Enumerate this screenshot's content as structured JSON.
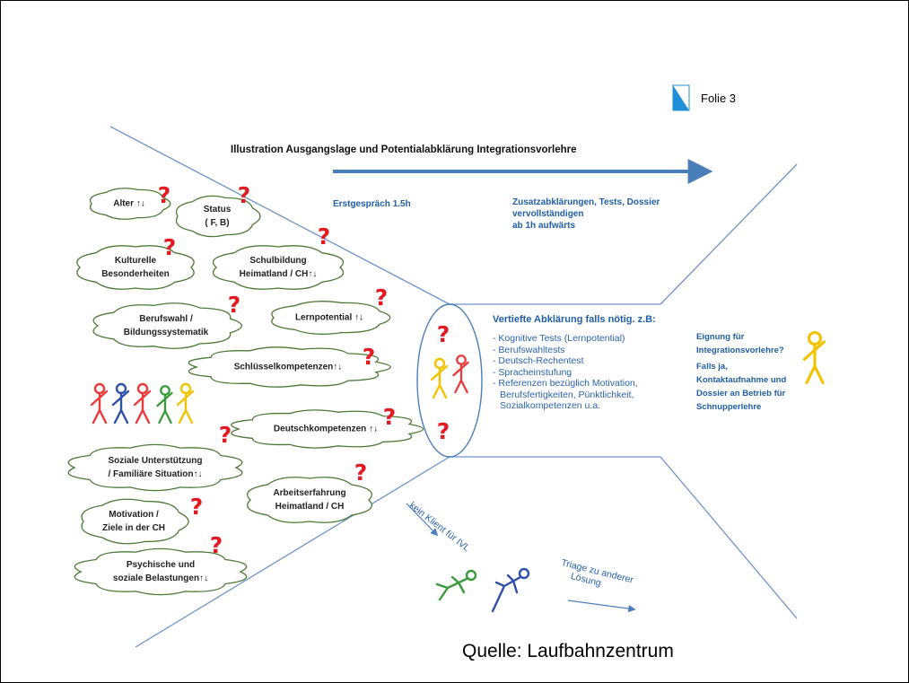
{
  "slide_label": "Folie 3",
  "title": "Illustration Ausgangslage und Potentialabklärung Integrationsvorlehre",
  "stage1": "Erstgespräch  1.5h",
  "stage2": [
    "Zusatzabklärungen, Tests, Dossier",
    "vervollständigen",
    "ab 1h aufwärts"
  ],
  "factors": [
    {
      "text": [
        "Alter ↑↓"
      ]
    },
    {
      "text": [
        "Status",
        "( F, B)"
      ]
    },
    {
      "text": [
        "Kulturelle",
        "Besonderheiten"
      ]
    },
    {
      "text": [
        "Schulbildung",
        "Heimatland / CH↑↓"
      ]
    },
    {
      "text": [
        "Berufswahl /",
        "Bildungssystematik"
      ]
    },
    {
      "text": [
        "Lernpotential ↑↓"
      ]
    },
    {
      "text": [
        "Schlüsselkompetenzen↑↓"
      ]
    },
    {
      "text": [
        "Deutschkompetenzen ↑↓"
      ]
    },
    {
      "text": [
        "Soziale Unterstützung",
        "/ Familiäre Situation↑↓"
      ]
    },
    {
      "text": [
        "Arbeitserfahrung",
        "Heimatland / CH"
      ]
    },
    {
      "text": [
        "Motivation /",
        "Ziele in der CH"
      ]
    },
    {
      "text": [
        "Psychische und",
        "soziale Belastungen↑↓"
      ]
    }
  ],
  "question_mark": "?",
  "detail": {
    "heading": "Vertiefte Abklärung falls nötig. z.B:",
    "items": [
      "- Kognitive Tests (Lernpotential)",
      "- Berufswahltests",
      "- Deutsch-Rechentest",
      "- Spracheinstufung",
      "- Referenzen bezüglich Motivation,",
      "  Berufsfertigkeiten, Pünktlichkeit,",
      "  Sozialkompetenzen u.a."
    ]
  },
  "outcome": {
    "question": [
      "Eignung für",
      "Integrationsvorlehre?"
    ],
    "answer": [
      "Falls ja,",
      "Kontaktaufnahme und",
      "Dossier an Betrieb für",
      "Schnupperlehre"
    ]
  },
  "no_client": "kein Klient für IVL",
  "triage": [
    "Triage zu anderer",
    "Lösung"
  ],
  "source": "Quelle: Laufbahnzentrum",
  "colors": {
    "accent_blue": "#4a7ebb",
    "text_blue": "#1f5fa8",
    "cloud_outline": "#4c7a35",
    "question_red": "#e21b23",
    "figure_yellow": "#f2c200",
    "figure_red": "#e83a3a",
    "figure_blue": "#2f4fa8",
    "figure_green": "#3a9a3a"
  },
  "icons": [
    "zurich-logo-icon",
    "stick-figure-icon",
    "question-mark-icon",
    "arrow-right-icon"
  ]
}
